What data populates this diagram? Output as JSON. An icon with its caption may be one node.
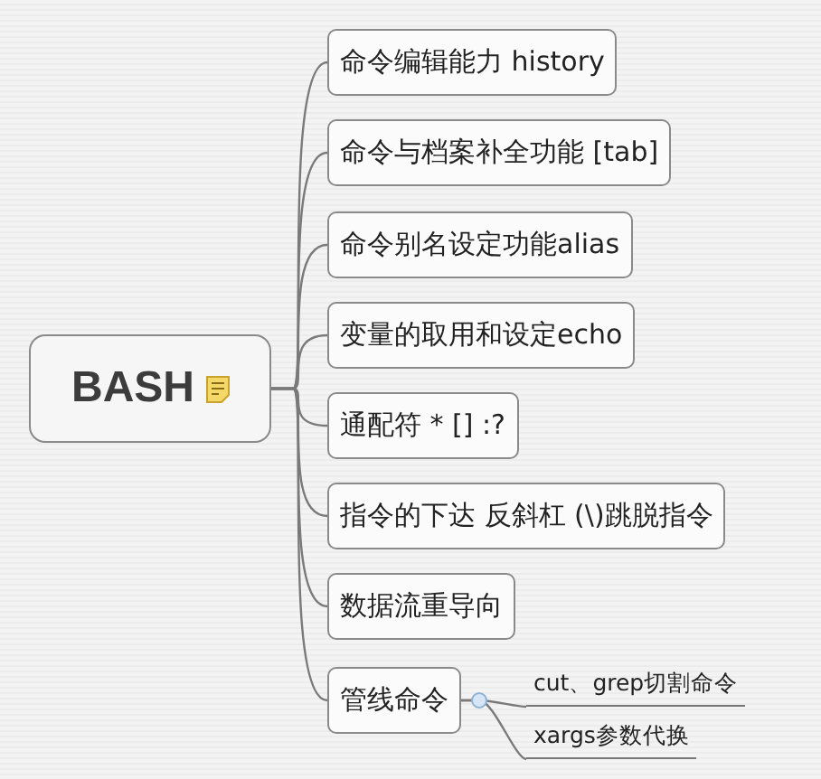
{
  "diagram": {
    "nodes": [
      {
        "text": [
          "BASH"
        ]
      },
      {
        "text": [
          "命令编辑能力 history"
        ]
      },
      {
        "text": [
          "命令与档案补全功能 [tab]"
        ]
      },
      {
        "text": [
          "命令别名设定功能alias"
        ]
      },
      {
        "text": [
          "变量的取用和设定echo"
        ]
      },
      {
        "text": [
          "通配符 * [] :?"
        ]
      },
      {
        "text": [
          "指令的下达 反斜杠 (\\)跳脱指令"
        ]
      },
      {
        "text": [
          "数据流重导向"
        ]
      },
      {
        "text": [
          "管线命令"
        ]
      },
      {
        "text": [
          "cut、grep切割命令"
        ]
      },
      {
        "text": [
          "xargs参数代换"
        ]
      }
    ],
    "edges": [
      {
        "from": 0,
        "to": 1,
        "arrow": "none"
      },
      {
        "from": 0,
        "to": 2,
        "arrow": "none"
      },
      {
        "from": 0,
        "to": 3,
        "arrow": "none"
      },
      {
        "from": 0,
        "to": 4,
        "arrow": "none"
      },
      {
        "from": 0,
        "to": 5,
        "arrow": "none"
      },
      {
        "from": 0,
        "to": 6,
        "arrow": "none"
      },
      {
        "from": 0,
        "to": 7,
        "arrow": "none"
      },
      {
        "from": 0,
        "to": 8,
        "arrow": "none"
      },
      {
        "from": 8,
        "to": 9,
        "arrow": "none"
      },
      {
        "from": 8,
        "to": 10,
        "arrow": "none"
      }
    ]
  }
}
